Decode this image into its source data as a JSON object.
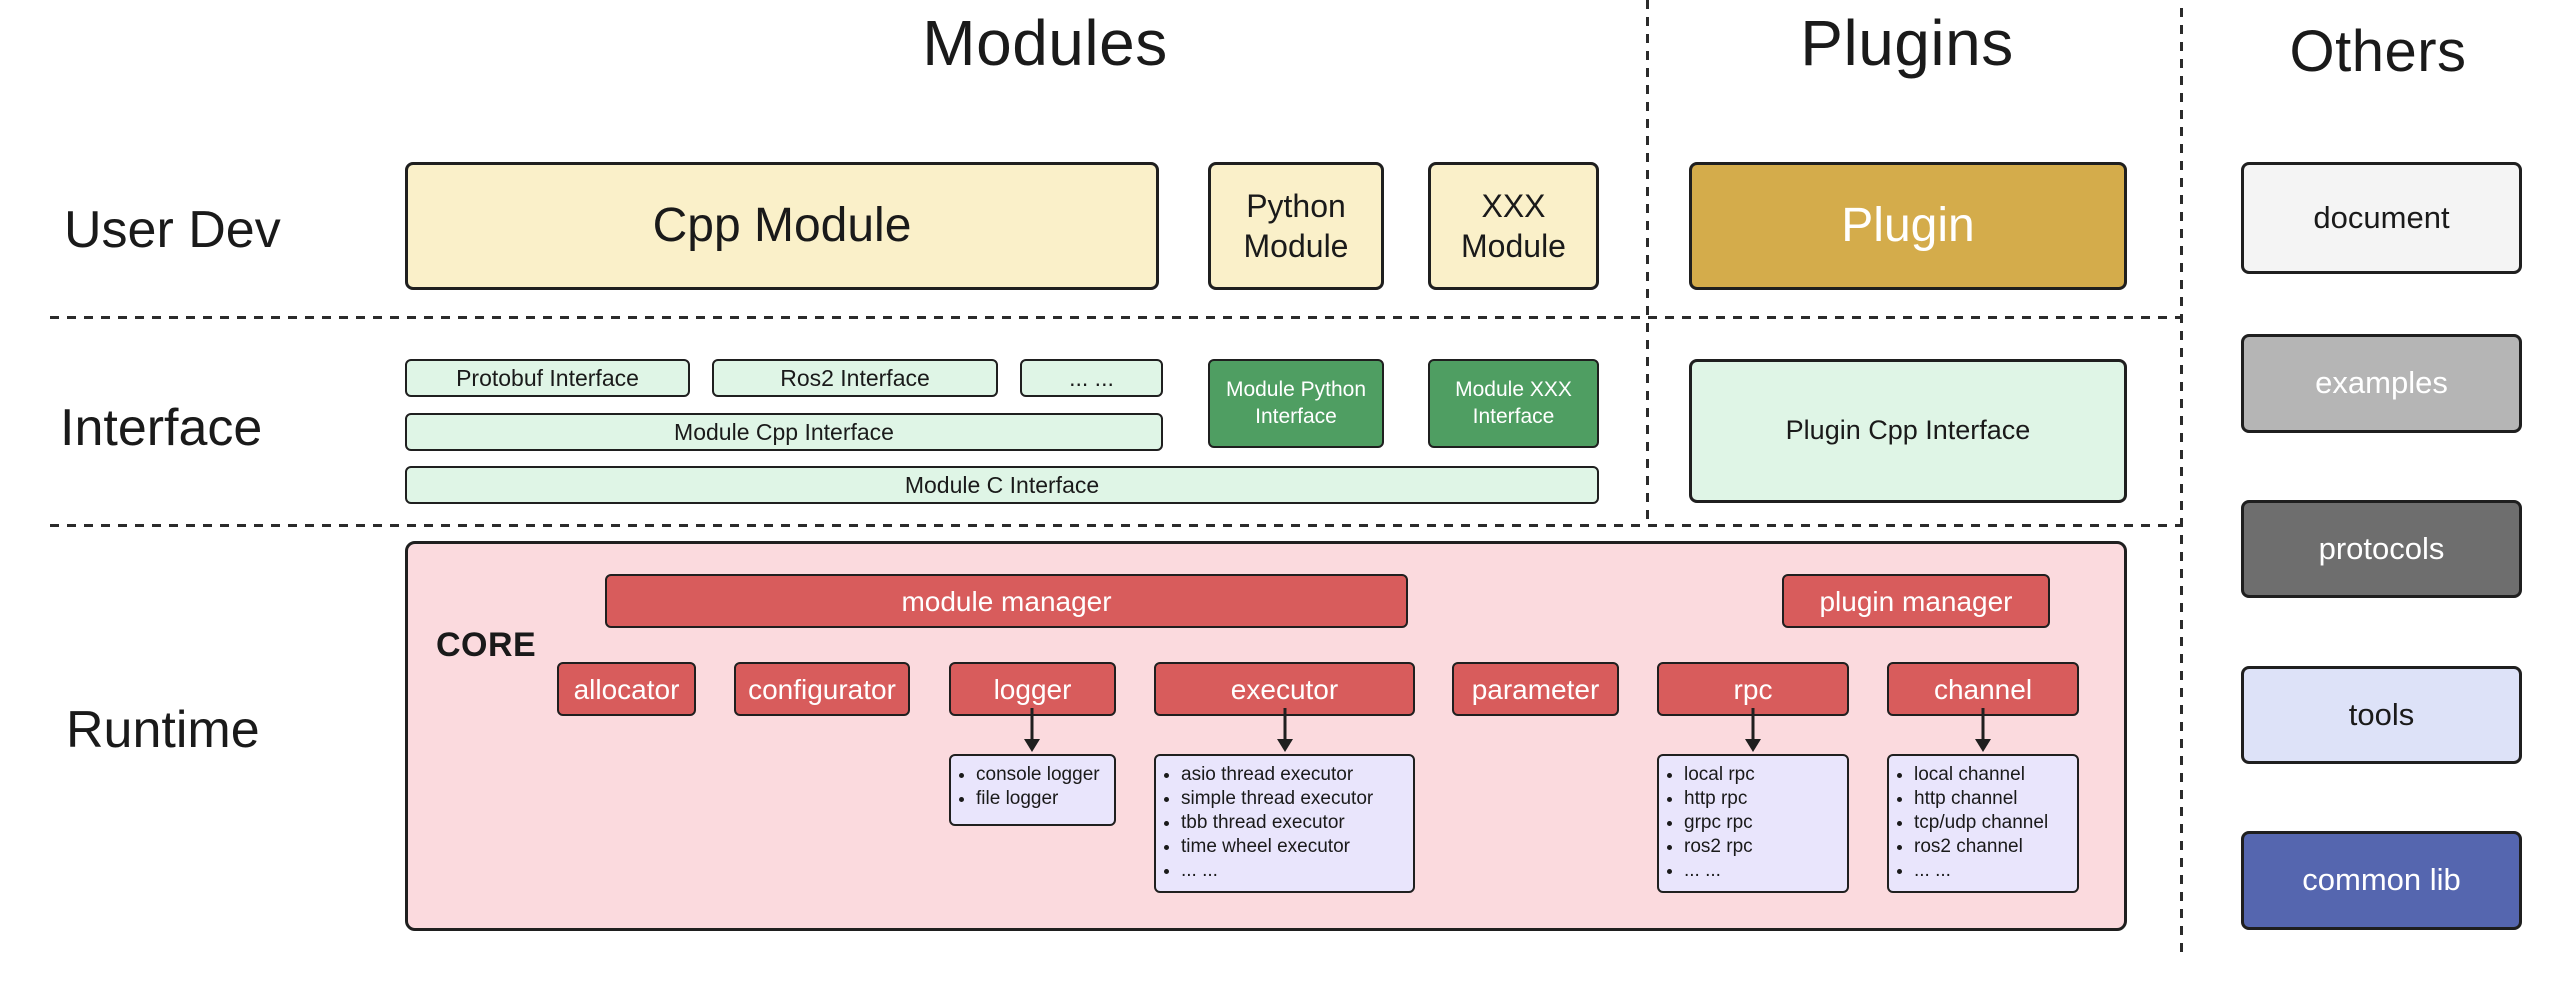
{
  "headers": {
    "modules": "Modules",
    "plugins": "Plugins",
    "others": "Others"
  },
  "row_labels": {
    "user_dev": "User Dev",
    "interface": "Interface",
    "runtime": "Runtime"
  },
  "modules": {
    "user_dev": {
      "cpp": "Cpp Module",
      "python": "Python Module",
      "xxx": "XXX Module"
    },
    "interface": {
      "protobuf": "Protobuf Interface",
      "ros2": "Ros2 Interface",
      "ellipsis": "... ...",
      "module_python": "Module Python Interface",
      "module_xxx": "Module XXX Interface",
      "module_cpp": "Module Cpp Interface",
      "module_c": "Module C Interface"
    }
  },
  "plugins": {
    "plugin": "Plugin",
    "plugin_cpp_interface": "Plugin Cpp Interface"
  },
  "core": {
    "label": "CORE",
    "module_manager": "module manager",
    "plugin_manager": "plugin manager",
    "components": [
      "allocator",
      "configurator",
      "logger",
      "executor",
      "parameter",
      "rpc",
      "channel"
    ],
    "logger_items": [
      "console logger",
      "file logger"
    ],
    "executor_items": [
      "asio thread executor",
      "simple thread executor",
      "tbb thread executor",
      "time wheel executor",
      "... ..."
    ],
    "rpc_items": [
      "local rpc",
      "http rpc",
      "grpc rpc",
      "ros2 rpc",
      "... ..."
    ],
    "channel_items": [
      "local channel",
      "http channel",
      "tcp/udp channel",
      "ros2 channel",
      "... ..."
    ]
  },
  "others": {
    "items": [
      "document",
      "examples",
      "protocols",
      "tools",
      "common lib"
    ]
  },
  "colors": {
    "cream": "#FAF0C9",
    "gold": "#D4AC4B",
    "light_green": "#DFF5E6",
    "dark_green": "#4F9E62",
    "core_pink": "#FBDADE",
    "component_red": "#D85C5C",
    "lavender": "#E9E5FC",
    "document_gray": "#F4F4F4",
    "examples_gray": "#B5B5B5",
    "protocols_gray": "#6E6E6E",
    "tools_lavender": "#DDE2F8",
    "common_lib_blue": "#5566AF",
    "border": "#1F1F1F"
  }
}
